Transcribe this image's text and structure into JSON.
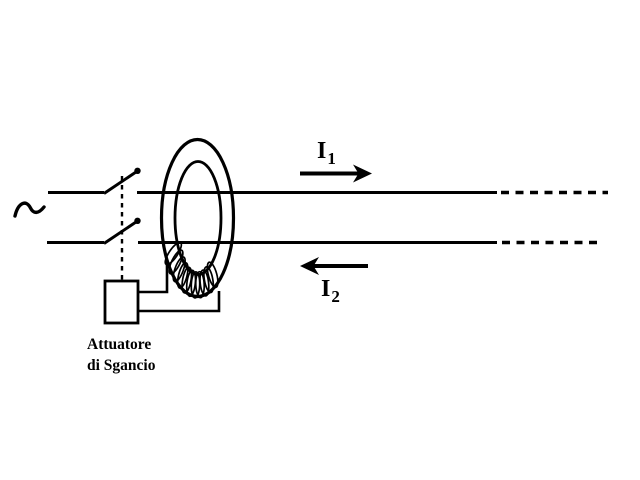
{
  "colors": {
    "line": "#000000",
    "background": "#ffffff"
  },
  "icons": {
    "ac_source": "~"
  },
  "currents": {
    "primary": {
      "symbol": "I",
      "subscript": "1",
      "direction": "right"
    },
    "return": {
      "symbol": "I",
      "subscript": "2",
      "direction": "left"
    }
  },
  "actuator": {
    "label_line1": "Attuatore",
    "label_line2": "di Sgancio"
  }
}
